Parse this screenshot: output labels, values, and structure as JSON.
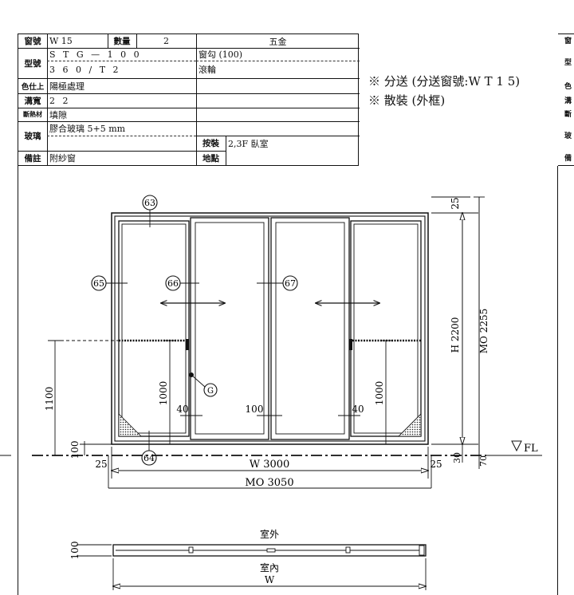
{
  "spec_table": {
    "window_no_label": "窗號",
    "window_no_value": "W 15",
    "quantity_label": "數量",
    "quantity_value": "2",
    "hardware_header": "五金",
    "model_label": "型號",
    "model_value_1": "S T G — 1 0 0",
    "model_value_2": "3 6 0 / T 2",
    "finish_label": "色仕上",
    "finish_value": "陽極處理",
    "groove_label": "溝寬",
    "groove_value": "2 2",
    "jointing_label": "斷熱材",
    "jointing_value": "填隙",
    "glass_label": "玻璃",
    "glass_value": "膠合玻璃 5+5 mm",
    "remarks_label": "備註",
    "remarks_value": "附紗窗",
    "hardware_items": [
      "窗勾 (100)",
      "滾輪",
      "",
      "",
      ""
    ],
    "install_label_1": "按裝",
    "install_label_2": "地點",
    "install_value": "2,3F 臥室"
  },
  "notes": [
    "※ 分送 (分送窗號:W T 1 5)",
    "※ 散裝 (外框)"
  ],
  "right_edge_labels": [
    "窗",
    "型",
    "色",
    "溝",
    "斷",
    "玻",
    "備"
  ],
  "elevation": {
    "callouts": [
      "63",
      "65",
      "66",
      "67",
      "64",
      "G"
    ],
    "dims": {
      "top_offset": "25",
      "height": "H 2200",
      "opening_height": "MO 2255",
      "sill_height": "1100",
      "lower_left": "1000",
      "lower_right": "1000",
      "overlap_left": "40",
      "overlap_right": "40",
      "meeting": "100",
      "base_offset": "100",
      "bottom_30": "30",
      "bottom_70": "70",
      "side_left": "25",
      "side_right": "25",
      "width": "W 3000",
      "opening_width": "MO 3050",
      "floor_level": "FL"
    }
  },
  "plan_section": {
    "exterior": "室外",
    "interior": "室內",
    "depth": "100",
    "width": "W"
  }
}
